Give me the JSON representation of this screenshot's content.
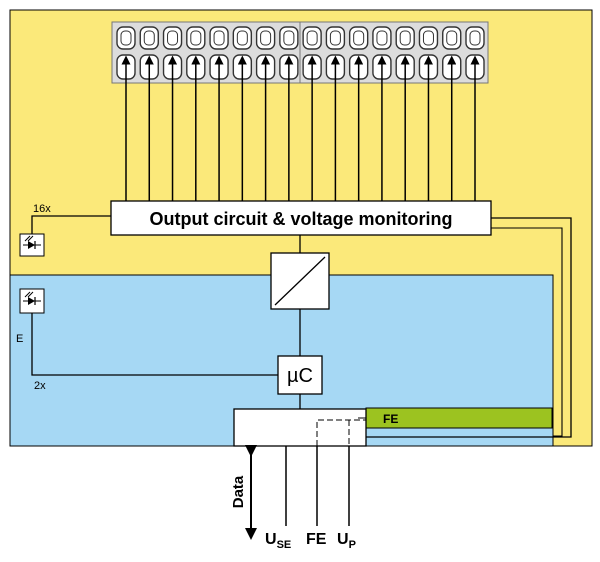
{
  "colors": {
    "yellow_zone": "#fbe97a",
    "blue_zone": "#a6d8f4",
    "fe_bar": "#9cc320",
    "connector": "#dcdcdc",
    "line": "#000000"
  },
  "labels": {
    "output_block": "Output circuit & voltage monitoring",
    "mu_c": "µC",
    "fe_bar": "FE",
    "count_outputs": "16x",
    "count_inputs": "2x",
    "e_label": "E",
    "data": "Data",
    "u_main": "U",
    "u_se_sub": "SE",
    "fe_bottom": "FE",
    "u_p_sub": "P"
  },
  "icons": {
    "output_led": "led-icon",
    "input_led": "led-icon",
    "converter": "dc-dc-converter-icon"
  },
  "terminals": {
    "count": 16
  }
}
